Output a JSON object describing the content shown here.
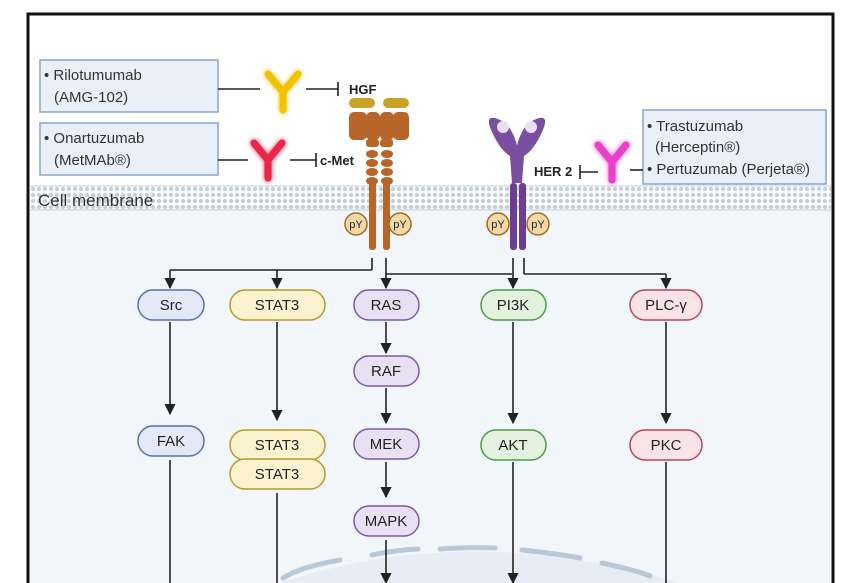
{
  "drugs": {
    "rilotumumab": {
      "line1": "• Rilotumumab",
      "line2": "(AMG-102)",
      "color": "#f2c200"
    },
    "onartuzumab": {
      "line1": "• Onartuzumab",
      "line2": "(MetMAb®)",
      "color": "#e8254a"
    },
    "her2_drugs": {
      "line1": "• Trastuzumab",
      "line2": "(Herceptin®)",
      "line3": "• Pertuzumab (Perjeta®)",
      "color": "#e840c8"
    }
  },
  "receptors": {
    "hgf": "HGF",
    "cmet": "c-Met",
    "her2": "HER 2",
    "py": "pY",
    "cmet_color": "#b8652a",
    "her2_color": "#7b4fa0"
  },
  "membrane": {
    "label": "Cell membrane"
  },
  "pathways": {
    "src": "Src",
    "fak": "FAK",
    "stat3": "STAT3",
    "stat3_dimer_top": "STAT3",
    "stat3_dimer_bottom": "STAT3",
    "ras": "RAS",
    "raf": "RAF",
    "mek": "MEK",
    "mapk": "MAPK",
    "pi3k": "PI3K",
    "akt": "AKT",
    "plc": "PLC-γ",
    "pkc": "PKC"
  },
  "colors": {
    "blue_fill": "#e3e9f7",
    "blue_stroke": "#5a6fb0",
    "yellow_fill": "#fbf3cf",
    "yellow_stroke": "#b59a2a",
    "purple_fill": "#e9e1f3",
    "purple_stroke": "#7a5aa8",
    "green_fill": "#e3f2df",
    "green_stroke": "#4f9a47",
    "red_fill": "#fae3e6",
    "red_stroke": "#b5475a"
  }
}
